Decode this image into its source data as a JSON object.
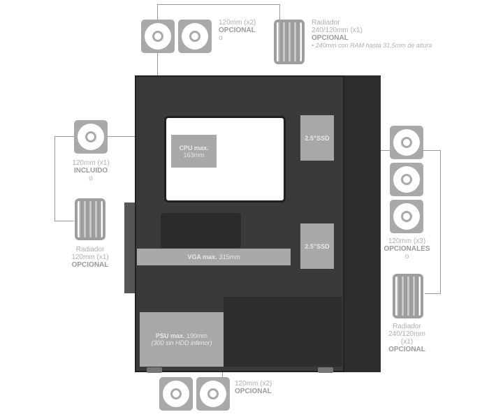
{
  "top": {
    "fans_size": "120mm (x2)",
    "fans_status": "OPCIONAL",
    "fans_or": "o",
    "rad_title": "Radiador",
    "rad_size": "240/120mm (x1)",
    "rad_status": "OPCIONAL",
    "rad_note": "• 240mm con RAM hasta 31,5mm de altura"
  },
  "left": {
    "fan_size": "120mm (x1)",
    "fan_status": "INCLUIDO",
    "fan_or": "o",
    "rad_title": "Radiador",
    "rad_size": "120mm (x1)",
    "rad_status": "OPCIONAL"
  },
  "right": {
    "fans_size": "120mm (x3)",
    "fans_status": "OPCIONALES",
    "fans_or": "o",
    "rad_title": "Radiador",
    "rad_size": "240/120mm",
    "rad_count": "(x1)",
    "rad_status": "OPCIONAL"
  },
  "bottom": {
    "fans_size": "120mm (x2)",
    "fans_status": "OPCIONAL"
  },
  "case": {
    "cpu_label": "CPU max.",
    "cpu_value": "163mm",
    "ssd1": "2.5\"SSD",
    "ssd2": "2.5\"SSD",
    "vga_label": "VGA max.",
    "vga_value": "315mm",
    "psu_label": "PSU max.",
    "psu_value": "190mm",
    "psu_note": "(300 sin HDD inferior)"
  }
}
